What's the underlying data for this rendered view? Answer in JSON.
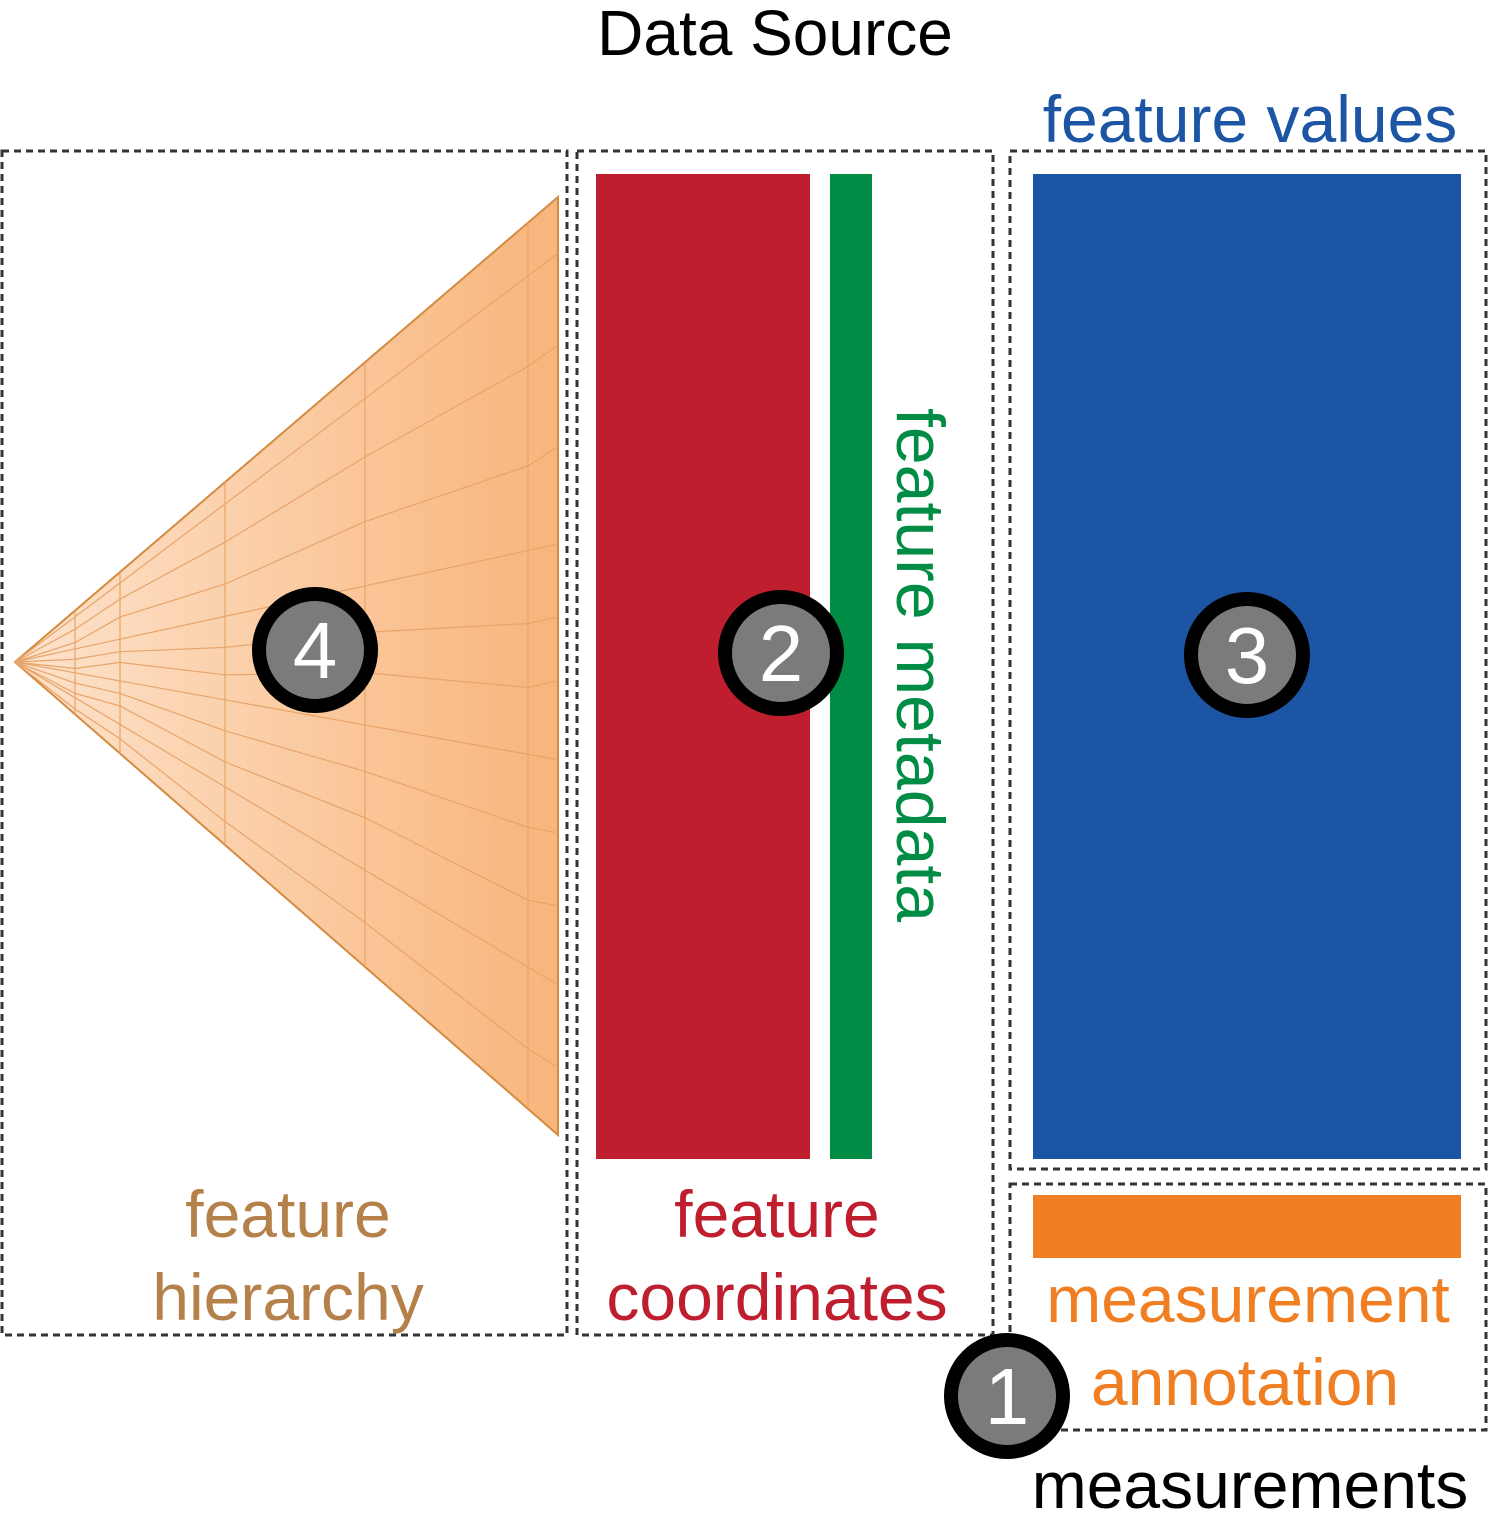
{
  "title": "Data Source",
  "panels": {
    "hierarchy": {
      "label_line1": "feature",
      "label_line2": "hierarchy",
      "badge": "4"
    },
    "coordinates": {
      "label_line1": "feature",
      "label_line2": "coordinates",
      "metadata_label": "feature metadata",
      "badge": "2"
    },
    "values": {
      "label": "feature values",
      "badge": "3"
    },
    "annotation": {
      "label_line1": "measurement",
      "label_line2": "annotation",
      "badge": "1"
    }
  },
  "footer_label": "measurements",
  "colors": {
    "hierarchy": "#b5814a",
    "hierarchy_fill": "#f8b57b",
    "coordinates": "#be1e2d",
    "metadata": "#008c44",
    "values": "#1c55a4",
    "annotation": "#f07f24",
    "badge_fill": "#7b7b7b",
    "badge_ring": "#000000"
  }
}
